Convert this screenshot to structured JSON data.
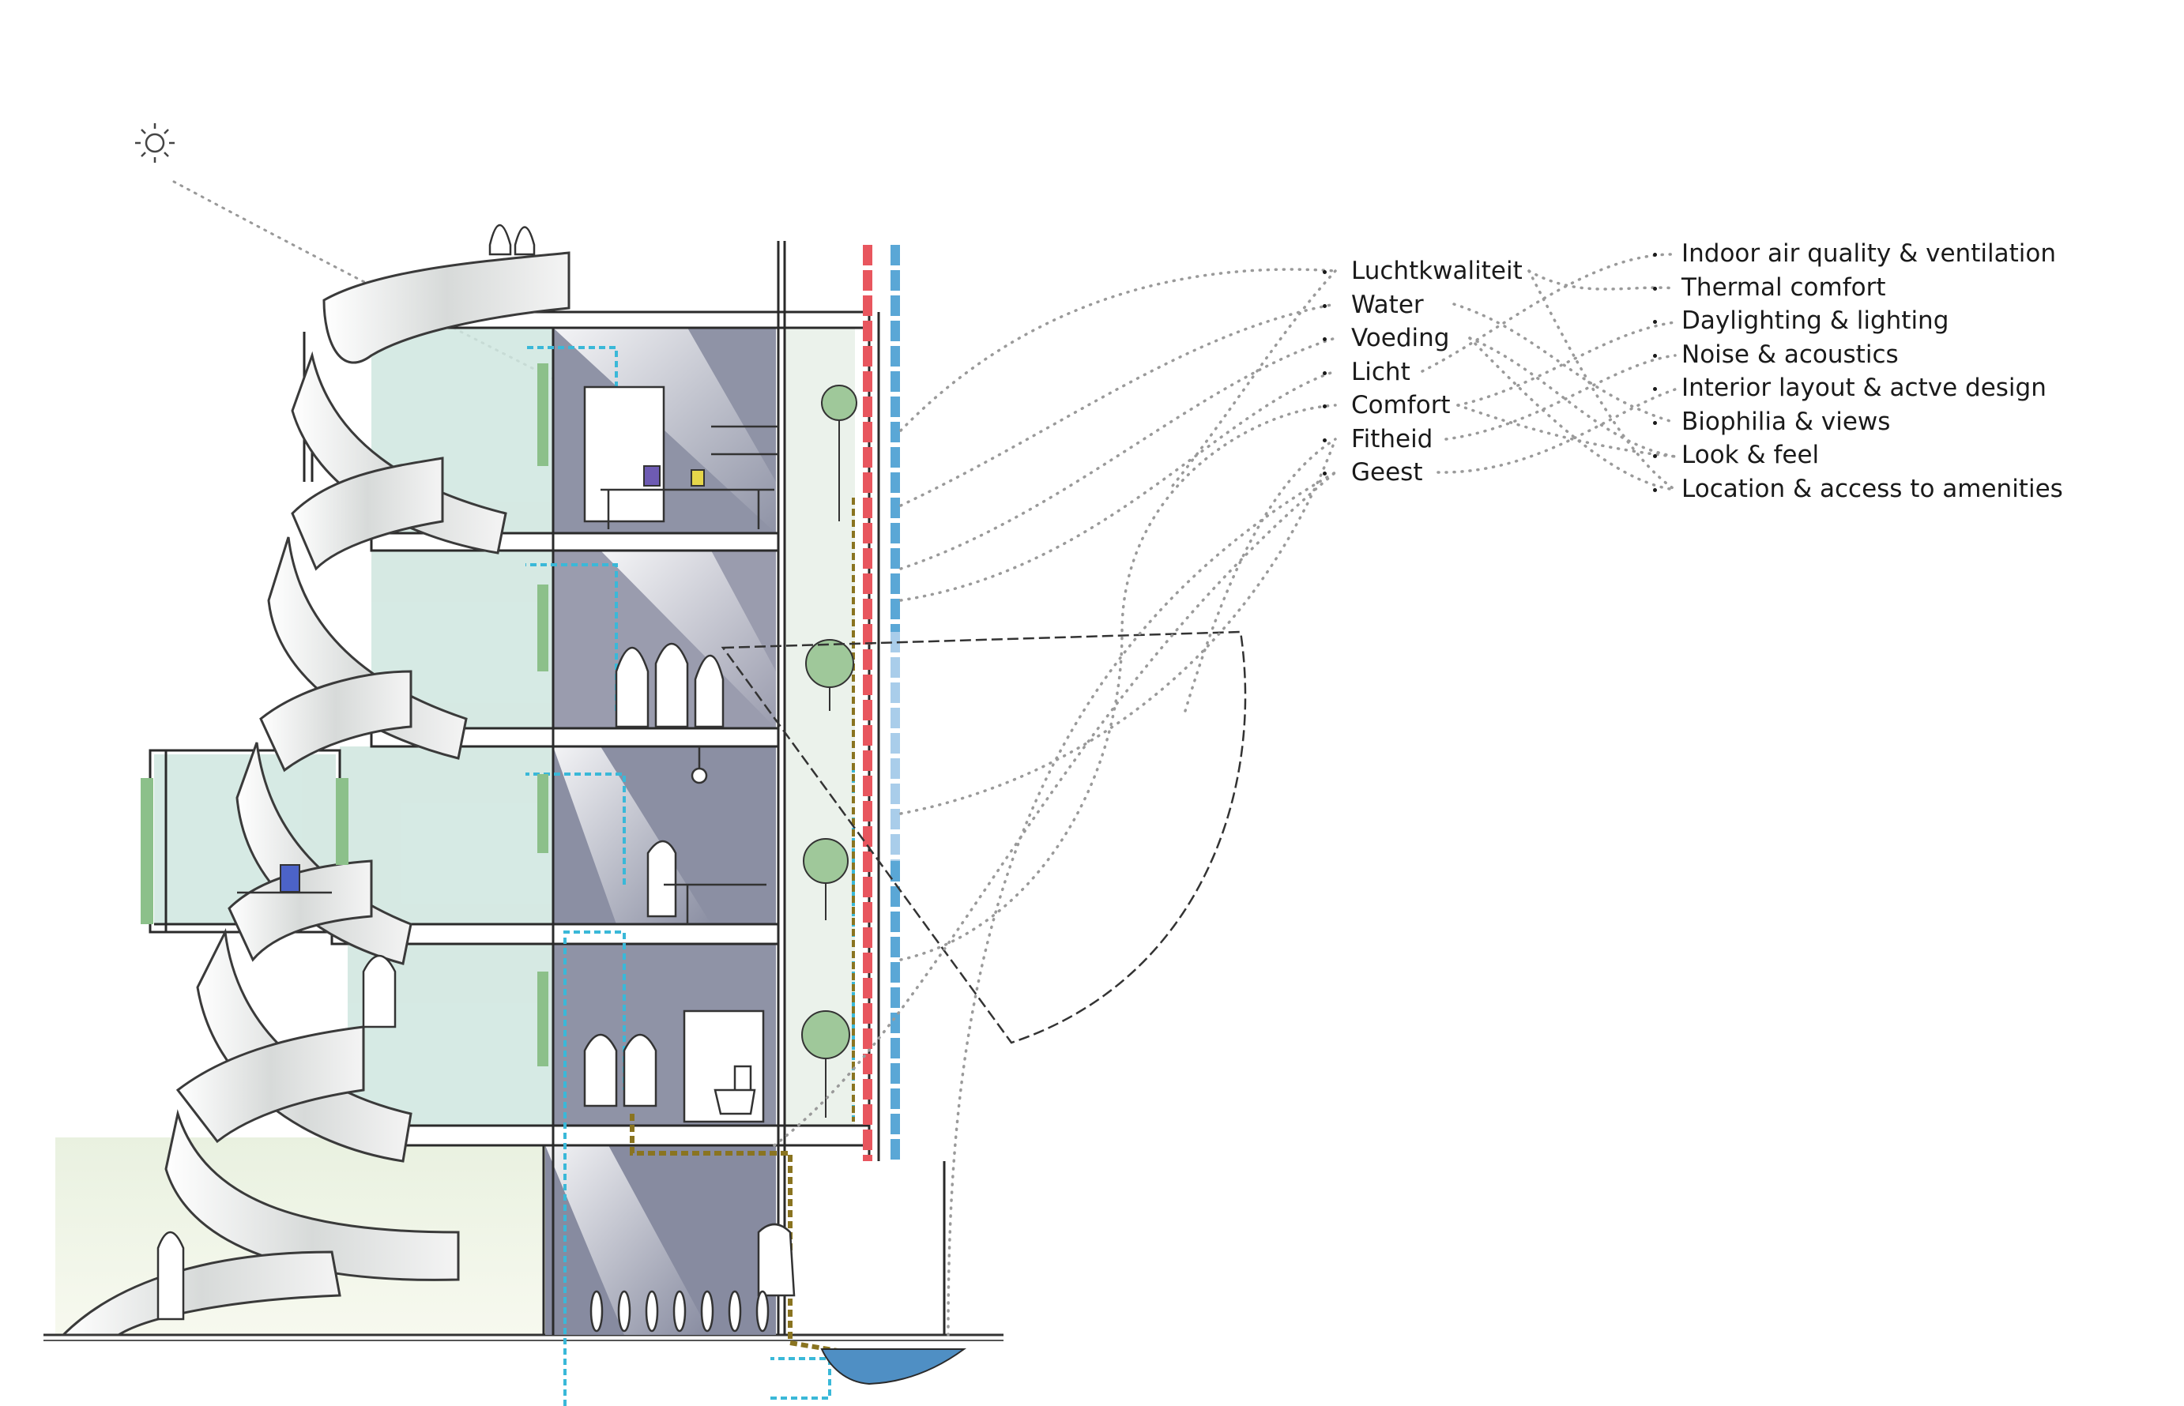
{
  "categories_dutch": [
    {
      "label": "Luchtkwaliteit"
    },
    {
      "label": "Water"
    },
    {
      "label": "Voeding"
    },
    {
      "label": "Licht"
    },
    {
      "label": "Comfort"
    },
    {
      "label": "Fitheid"
    },
    {
      "label": "Geest"
    }
  ],
  "categories_english": [
    {
      "label": "Indoor air quality & ventilation"
    },
    {
      "label": "Thermal comfort"
    },
    {
      "label": "Daylighting & lighting"
    },
    {
      "label": "Noise & acoustics"
    },
    {
      "label": "Interior layout & actve design"
    },
    {
      "label": "Biophilia & views"
    },
    {
      "label": "Look & feel"
    },
    {
      "label": "Location & access to amenities"
    }
  ],
  "colors": {
    "red_duct": "#e8565e",
    "blue_duct": "#5aa7d6",
    "light_blue_duct": "#a9cdea",
    "cyan_flow": "#3ab8d8",
    "olive_flow": "#8a7420",
    "room_dark": "#8f93a6",
    "room_green": "#cfe6df",
    "water_pool": "#4f8fc4",
    "sketch_line": "#2a2a2a",
    "dotted_link": "#9a9a9a"
  },
  "icons": [
    "sun-icon",
    "person-icon",
    "plant-icon",
    "bicycle-icon",
    "toilet-icon",
    "lamp-icon"
  ]
}
